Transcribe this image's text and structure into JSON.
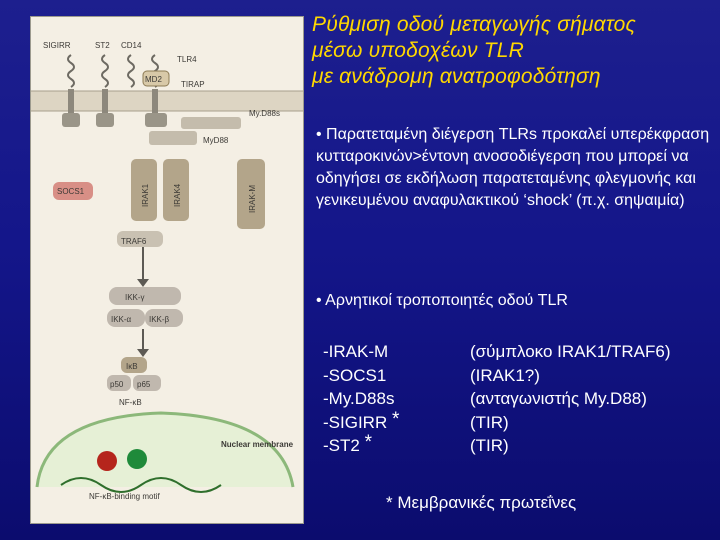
{
  "title": {
    "line1": "Ρύθμιση οδού μεταγωγής σήματος",
    "line2": "μέσω υποδοχέων TLR",
    "line3": "με ανάδρομη ανατροφοδότηση"
  },
  "bullets": [
    "• Παρατεταμένη διέγερση TLRs προκαλεί υπερέκφραση κυτταροκινών>έντονη ανοσοδιέγερση που μπορεί να οδηγήσει σε εκδήλωση παρατεταμένης φλεγμονής και γενικευμένου αναφυλακτικού ‘shock’ (π.χ. σηψαιμία)",
    "• Αρνητικοί τροποποιητές οδού TLR"
  ],
  "regulators": [
    {
      "name": "-IRAK-M",
      "star": "",
      "detail": "(σύμπλοκο IRAK1/TRAF6)"
    },
    {
      "name": "-SOCS1",
      "star": "",
      "detail": "(IRAK1?)"
    },
    {
      "name": "-My.D88s",
      "star": "",
      "detail": "(ανταγωνιστής My.D88)"
    },
    {
      "name": "-SIGIRR",
      "star": "*",
      "detail": "(TIR)"
    },
    {
      "name": "-ST2",
      "star": "*",
      "detail": "(TIR)"
    }
  ],
  "footnote": "* Μεμβρανικές πρωτεΐνες",
  "figure_labels": {
    "sigirr": "SIGIRR",
    "st2": "ST2",
    "cd14": "CD14",
    "tlr4": "TLR4",
    "md2": "MD2",
    "tirap": "TIRAP",
    "myd88s": "My.D88s",
    "myd88": "MyD88",
    "socs1": "SOCS1",
    "irak1": "IRAK1",
    "irak4": "IRAK4",
    "irakm": "IRAK-M",
    "traf6": "TRAF6",
    "ikkg": "IKK-γ",
    "ikka": "IKK-α",
    "ikkb": "IKK-β",
    "ikb": "IκB",
    "p50": "p50",
    "p65": "p65",
    "nfkb": "NF-κB",
    "nuclear_membrane": "Nuclear membrane",
    "motif": "NF-κB-binding motif"
  },
  "colors": {
    "background": "#14168a",
    "title": "#ffd800",
    "text": "#ffffff",
    "figure_bg": "#f4efe4",
    "irak": "#b3a58a",
    "ikk": "#c0b8ae",
    "socs": "#d88f86",
    "red_node": "#b5251c",
    "green_node": "#1f8a3a"
  }
}
